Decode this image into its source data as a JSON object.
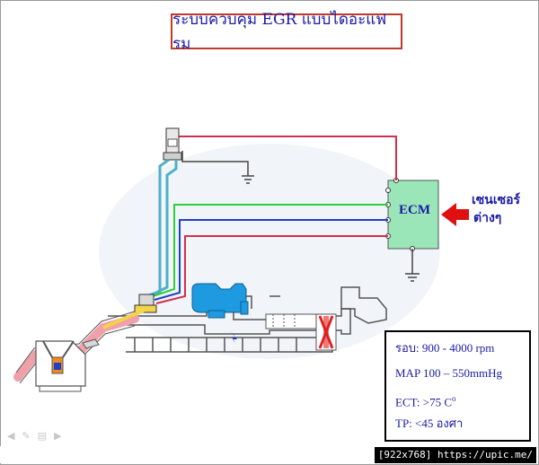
{
  "title": "ระบบควบคุม EGR แบบไดอะแฟรม",
  "ecm_label": "ECM",
  "sensor_label_line1": "เซนเซอร์",
  "sensor_label_line2": "ต่างๆ",
  "conditions": [
    "รอบ:  900 - 4000  rpm",
    "MAP 100 – 550mmHg",
    "ECT: >75  C",
    "TP: <45  องศา"
  ],
  "ect_degree_mark": "o",
  "watermark": "[922x768] https://upic.me/",
  "colors": {
    "title_border": "#c0392b",
    "text_blue": "#1a1aa8",
    "wire_red": "#d0314a",
    "wire_green": "#2fcf3a",
    "wire_blue": "#2040c8",
    "wire_cyan": "#4fb0c8",
    "ecm_fill": "#9be6b8",
    "arrow_red": "#e01010",
    "vacuum_blue": "#1e9be0",
    "exhaust_pink": "#f0a0a8",
    "egr_valve_red": "#e02020"
  },
  "icons": {
    "ecm": "ecm-box",
    "arrow": "red-left-arrow",
    "ground": "ground-symbol",
    "vsv": "vacuum-switching-valve",
    "egr_valve": "egr-diaphragm-valve",
    "engine": "engine-cylinder"
  },
  "nav": [
    "◀",
    "✎",
    "▤",
    "▶"
  ]
}
